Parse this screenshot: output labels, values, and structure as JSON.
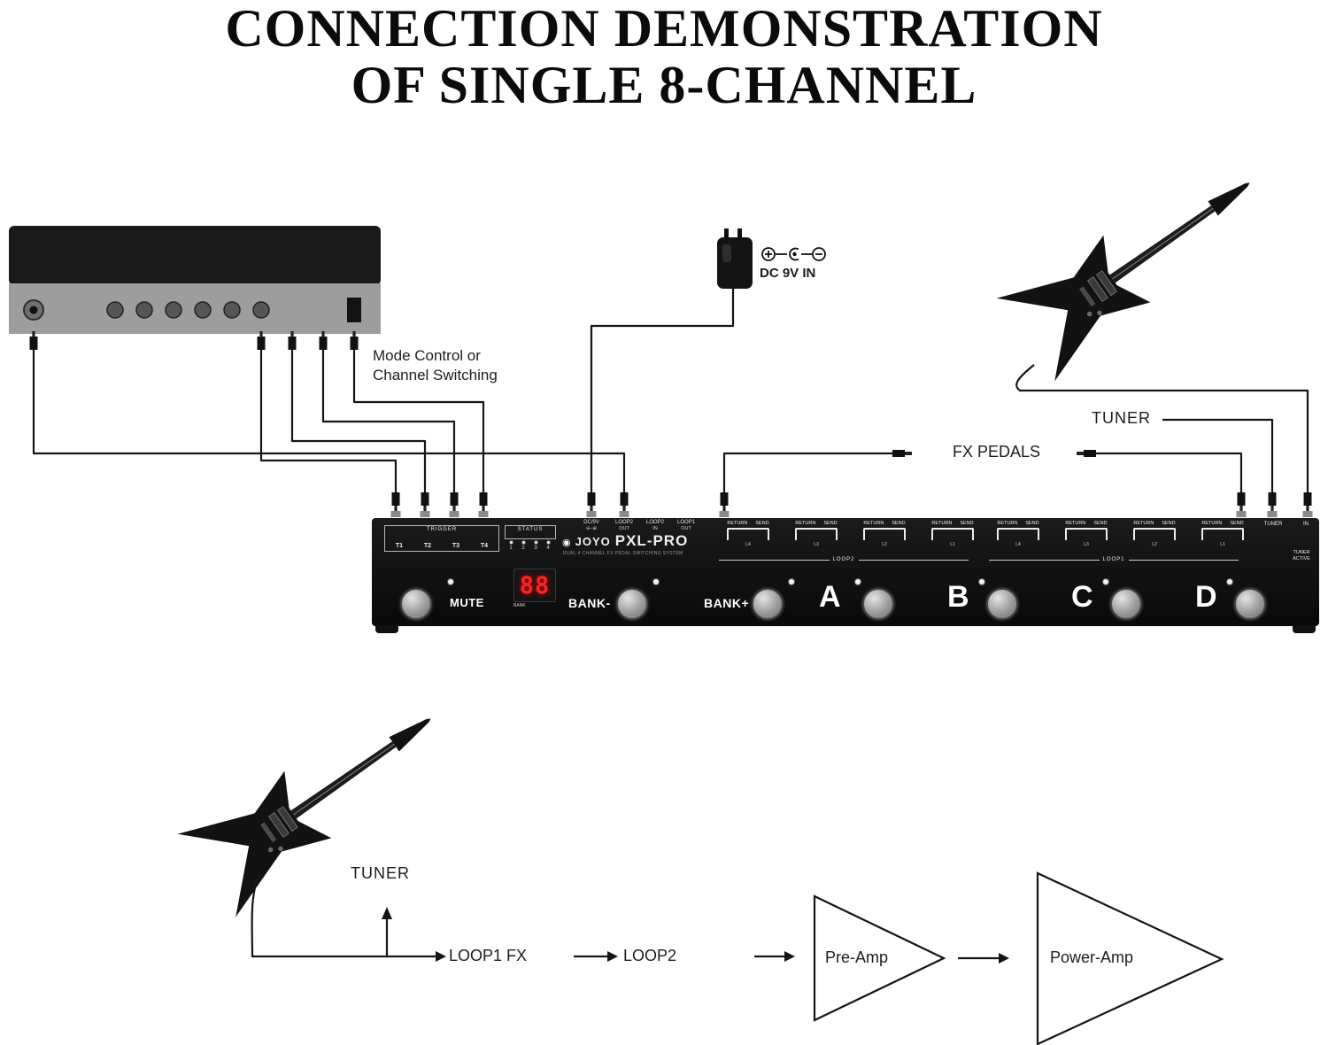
{
  "title": {
    "line1": "CONNECTION DEMONSTRATION",
    "line2": "OF SINGLE 8-CHANNEL"
  },
  "annotations": {
    "mode_control_line1": "Mode Control or",
    "mode_control_line2": "Channel Switching",
    "dc_9v_in": "DC 9V IN",
    "tuner_top": "TUNER",
    "fx_pedals": "FX PEDALS",
    "tuner_bottom": "TUNER",
    "loop1_fx": "LOOP1 FX",
    "loop2_fx": "LOOP2",
    "pre_amp": "Pre-Amp",
    "power_amp": "Power-Amp"
  },
  "pedal": {
    "brand": "JOYO",
    "model": "PXL-PRO",
    "tagline": "DUAL 4 CHANNEL FX PEDAL SWITCHING SYSTEM",
    "trigger": {
      "label": "TRIGGER",
      "jacks": [
        "T1",
        "T2",
        "T3",
        "T4"
      ]
    },
    "status": {
      "label": "STATUS",
      "leds": [
        "1",
        "2",
        "3",
        "4"
      ]
    },
    "ports": {
      "dc": {
        "line1": "DC/9V",
        "line2": "⊖–⊕"
      },
      "loop2_out": {
        "line1": "LOOP2",
        "line2": "OUT"
      },
      "loop2_in": {
        "line1": "LOOP2",
        "line2": "IN"
      },
      "loop1_out": {
        "line1": "LOOP1",
        "line2": "OUT"
      }
    },
    "jack_labels": {
      "return": "RETURN",
      "send": "SEND"
    },
    "channel_tags": [
      "L4",
      "L3",
      "L2",
      "L1"
    ],
    "groups": {
      "loop2": "LOOP2",
      "loop1": "LOOP1"
    },
    "tuner_jack": "TUNER",
    "in_jack": "IN",
    "tuner_active_line1": "TUNER",
    "tuner_active_line2": "ACTIVE",
    "display": "88",
    "bank_tag": "BANK",
    "controls": {
      "mute": "MUTE",
      "bank_minus": "BANK-",
      "bank_plus": "BANK+",
      "channels": [
        "A",
        "B",
        "C",
        "D"
      ]
    }
  }
}
